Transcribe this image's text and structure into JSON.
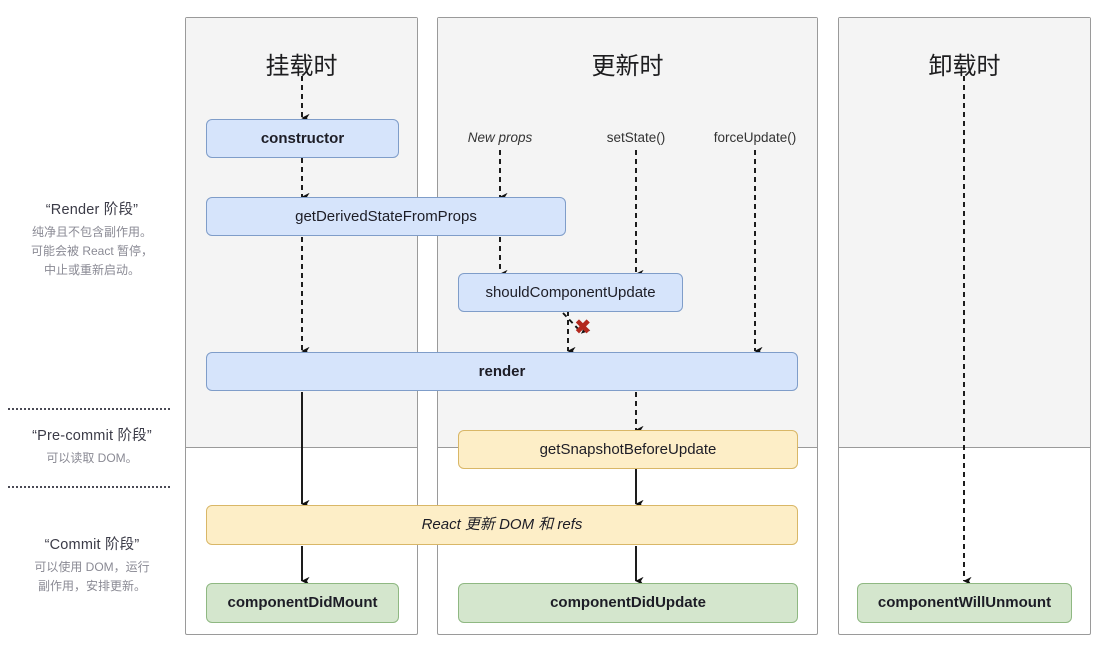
{
  "phases": [
    {
      "id": "render",
      "title": "“Render 阶段”",
      "desc": "纯净且不包含副作用。\n可能会被 React 暂停，\n中止或重新启动。"
    },
    {
      "id": "pre-commit",
      "title": "“Pre-commit 阶段”",
      "desc": "可以读取 DOM。"
    },
    {
      "id": "commit",
      "title": "“Commit 阶段”",
      "desc": "可以使用 DOM，运行\n副作用，安排更新。"
    }
  ],
  "columns": [
    {
      "id": "mount",
      "title": "挂载时"
    },
    {
      "id": "update",
      "title": "更新时"
    },
    {
      "id": "unmount",
      "title": "卸载时"
    }
  ],
  "triggers": [
    {
      "id": "new-props",
      "label": "New props",
      "style": "italic"
    },
    {
      "id": "set-state",
      "label": "setState()",
      "style": "normal"
    },
    {
      "id": "force-update",
      "label": "forceUpdate()",
      "style": "normal"
    }
  ],
  "nodes": [
    {
      "id": "constructor",
      "label": "constructor",
      "color": "blue",
      "weight": "bold",
      "column": "mount"
    },
    {
      "id": "get-derived-state",
      "label": "getDerivedStateFromProps",
      "color": "blue",
      "weight": "normal",
      "column": "mount+update"
    },
    {
      "id": "should-component-update",
      "label": "shouldComponentUpdate",
      "color": "blue",
      "weight": "normal",
      "column": "update"
    },
    {
      "id": "render",
      "label": "render",
      "color": "blue",
      "weight": "bold",
      "column": "mount+update"
    },
    {
      "id": "get-snapshot",
      "label": "getSnapshotBeforeUpdate",
      "color": "yellow",
      "weight": "normal",
      "column": "update"
    },
    {
      "id": "react-updates-dom",
      "label": "React 更新 DOM 和 refs",
      "color": "yellow",
      "weight": "italic",
      "column": "mount+update"
    },
    {
      "id": "component-did-mount",
      "label": "componentDidMount",
      "color": "green",
      "weight": "bold",
      "column": "mount"
    },
    {
      "id": "component-did-update",
      "label": "componentDidUpdate",
      "color": "green",
      "weight": "bold",
      "column": "update"
    },
    {
      "id": "component-will-unmount",
      "label": "componentWillUnmount",
      "color": "green",
      "weight": "bold",
      "column": "unmount"
    }
  ],
  "markers": {
    "abort": "✖",
    "abort_color": "#b3281e"
  },
  "colors": {
    "blue_fill": "#d6e4fb",
    "blue_stroke": "#7f9dc9",
    "yellow_fill": "#fdeec7",
    "yellow_stroke": "#d9b767",
    "green_fill": "#d4e6cd",
    "green_stroke": "#8fb882",
    "panel_grey": "#f4f4f4",
    "panel_border": "#9a9a9a"
  }
}
